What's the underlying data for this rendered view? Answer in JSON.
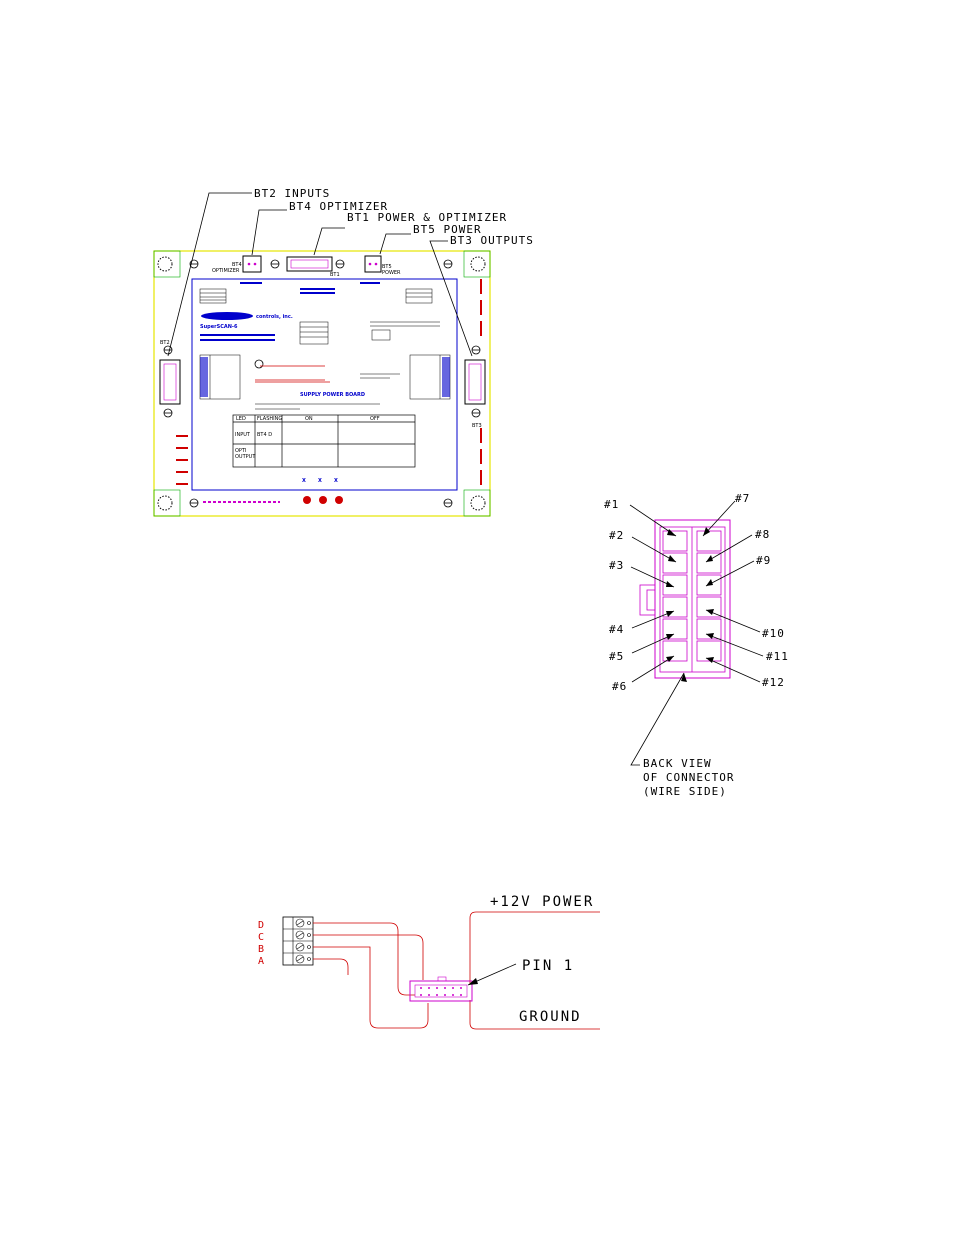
{
  "board_callouts": {
    "bt2": "BT2 INPUTS",
    "bt4": "BT4 OPTIMIZER",
    "bt1": "BT1 POWER & OPTIMIZER",
    "bt5": "BT5 POWER",
    "bt3": "BT3 OUTPUTS"
  },
  "board_labels": {
    "bt4_small": "BT4",
    "optimizer_small": "OPTIMIZER",
    "bt1_small": "BT1",
    "bt5_small": "BT5",
    "power_small": "POWER",
    "bt2_small": "BT2",
    "bt3_small": "BT3",
    "company": "controls, inc.",
    "product": "SuperSCAN-6",
    "table_header_led": "LED",
    "table_header_flashing": "FLASHING",
    "table_header_on": "ON",
    "table_header_off": "OFF",
    "row1_a": "INPUT",
    "row1_b": "BT4 D",
    "row2_a": "OPTI",
    "row2_b": "OUTPUT",
    "supply_title": "SUPPLY POWER BOARD"
  },
  "connector_pins": {
    "left": [
      "#1",
      "#2",
      "#3",
      "#4",
      "#5",
      "#6"
    ],
    "right": [
      "#7",
      "#8",
      "#9",
      "#10",
      "#11",
      "#12"
    ],
    "back_view_line1": "BACK VIEW",
    "back_view_line2": "OF CONNECTOR",
    "back_view_line3": "(WIRE SIDE)"
  },
  "wiring": {
    "terminals": [
      "D",
      "C",
      "B",
      "A"
    ],
    "power_label": "+12V POWER",
    "pin1_label": "PIN 1",
    "ground_label": "GROUND"
  },
  "colors": {
    "magenta": "#cc00cc",
    "red": "#d00000",
    "blue": "#0000cc",
    "yellow": "#e6e600",
    "green": "#00aa00"
  }
}
